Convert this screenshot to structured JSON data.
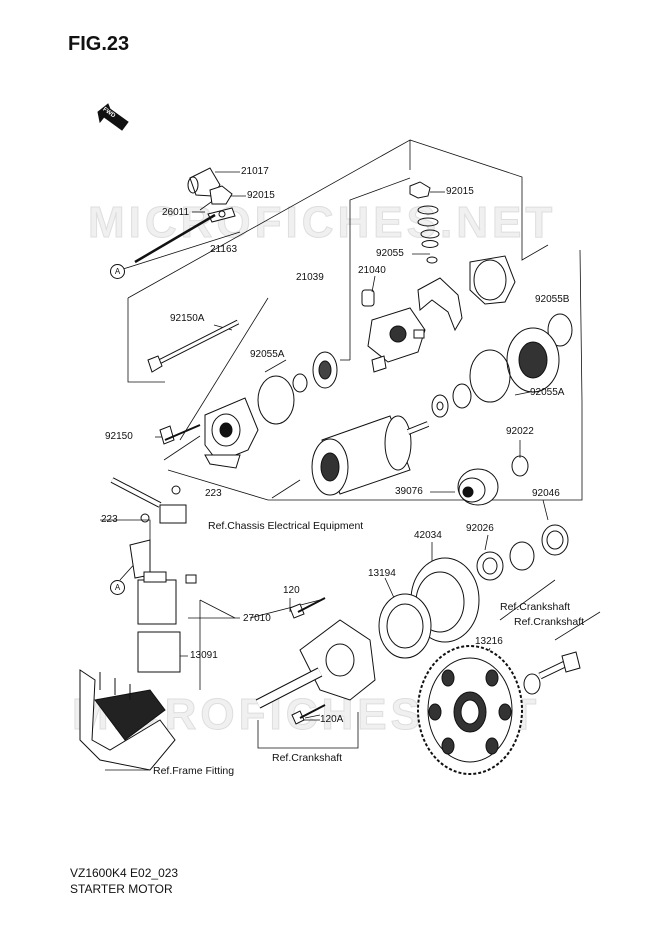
{
  "figure": "FIG.23",
  "watermark": "MICROFICHES.NET",
  "fwd_label": "FWD",
  "ref_marker": "A",
  "footer": {
    "code": "VZ1600K4 E02_023",
    "name": "STARTER MOTOR"
  },
  "parts": [
    {
      "id": "p21017",
      "label": "21017"
    },
    {
      "id": "p92015a",
      "label": "92015"
    },
    {
      "id": "p26011",
      "label": "26011"
    },
    {
      "id": "p21163",
      "label": "21163"
    },
    {
      "id": "p92015b",
      "label": "92015"
    },
    {
      "id": "p92055",
      "label": "92055"
    },
    {
      "id": "p21039",
      "label": "21039"
    },
    {
      "id": "p21040",
      "label": "21040"
    },
    {
      "id": "p92150A",
      "label": "92150A"
    },
    {
      "id": "p92055B",
      "label": "92055B"
    },
    {
      "id": "p92055Aa",
      "label": "92055A"
    },
    {
      "id": "p92055Ab",
      "label": "92055A"
    },
    {
      "id": "p92150",
      "label": "92150"
    },
    {
      "id": "p92022",
      "label": "92022"
    },
    {
      "id": "p223a",
      "label": "223"
    },
    {
      "id": "p223b",
      "label": "223"
    },
    {
      "id": "p39076",
      "label": "39076"
    },
    {
      "id": "p92046",
      "label": "92046"
    },
    {
      "id": "p42034",
      "label": "42034"
    },
    {
      "id": "p92026",
      "label": "92026"
    },
    {
      "id": "p13194",
      "label": "13194"
    },
    {
      "id": "p120",
      "label": "120"
    },
    {
      "id": "p27010",
      "label": "27010"
    },
    {
      "id": "p13216",
      "label": "13216"
    },
    {
      "id": "p13091",
      "label": "13091"
    },
    {
      "id": "p120A",
      "label": "120A"
    }
  ],
  "refs": {
    "chassis": "Ref.Chassis Electrical Equipment",
    "crank1": "Ref.Crankshaft",
    "crank2": "Ref.Crankshaft",
    "crank3": "Ref.Crankshaft",
    "frame": "Ref.Frame Fitting"
  }
}
